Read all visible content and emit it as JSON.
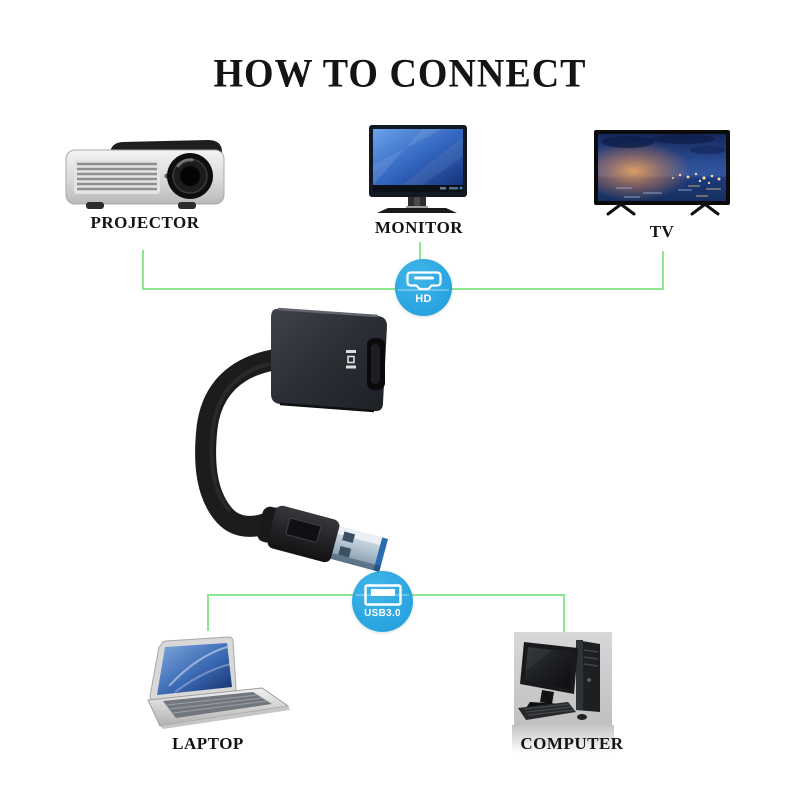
{
  "title": "HOW TO CONNECT",
  "top_devices": [
    {
      "id": "projector",
      "label": "PROJECTOR"
    },
    {
      "id": "monitor",
      "label": "MONITOR"
    },
    {
      "id": "tv",
      "label": "TV"
    }
  ],
  "bottom_devices": [
    {
      "id": "laptop",
      "label": "LAPTOP"
    },
    {
      "id": "computer",
      "label": "COMPUTER"
    }
  ],
  "badges": {
    "hdmi": {
      "label": "HD",
      "icon": "hdmi-port-icon"
    },
    "usb": {
      "label": "USB3.0",
      "icon": "usb-port-icon"
    }
  },
  "adapter": {
    "marking_icon": "hdmi-logo-icon",
    "device": "usb-to-hdmi-adapter"
  },
  "colors": {
    "connector_line": "#8ce58f",
    "badge_blue": "#29a8e0",
    "text": "#141414"
  }
}
